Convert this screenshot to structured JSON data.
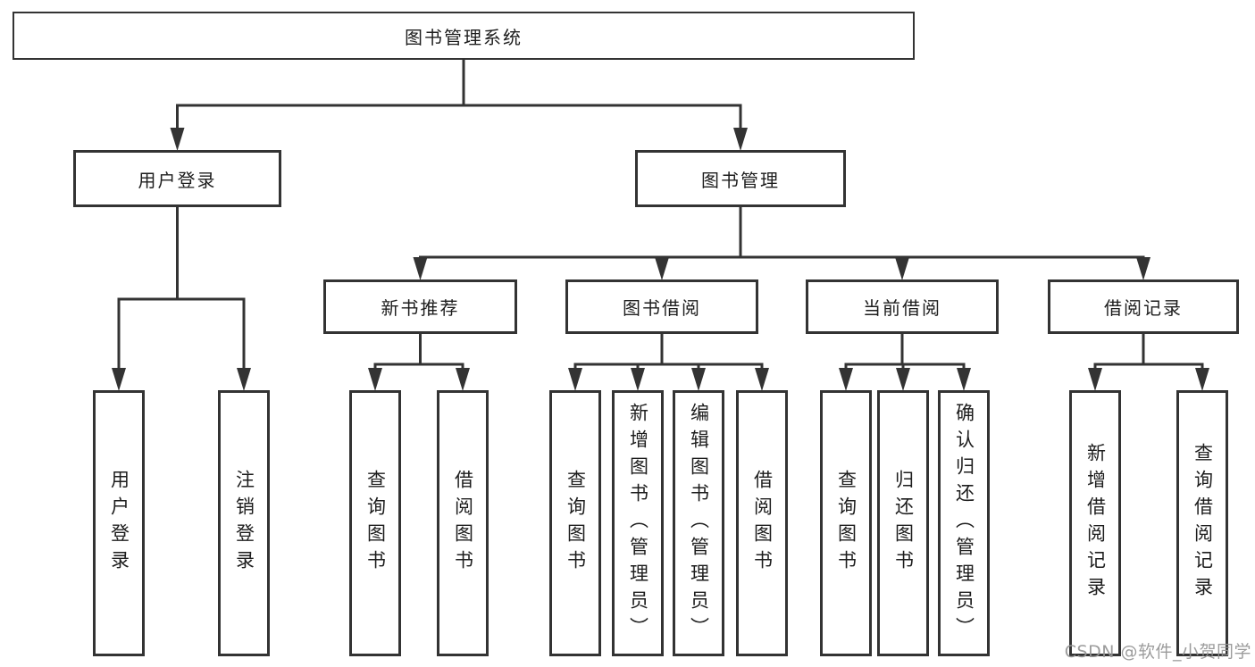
{
  "diagram": {
    "title": "图书管理系统",
    "nodes": [
      {
        "id": "root",
        "label": "图书管理系统",
        "parent": null
      },
      {
        "id": "user-login",
        "label": "用户登录",
        "parent": "root"
      },
      {
        "id": "book-mgmt",
        "label": "图书管理",
        "parent": "root"
      },
      {
        "id": "new-book-rec",
        "label": "新书推荐",
        "parent": "book-mgmt"
      },
      {
        "id": "book-borrow",
        "label": "图书借阅",
        "parent": "book-mgmt"
      },
      {
        "id": "current-borrow",
        "label": "当前借阅",
        "parent": "book-mgmt"
      },
      {
        "id": "borrow-records",
        "label": "借阅记录",
        "parent": "book-mgmt"
      },
      {
        "id": "v-user-login",
        "label": "用户登录",
        "parent": "user-login"
      },
      {
        "id": "v-logout",
        "label": "注销登录",
        "parent": "user-login"
      },
      {
        "id": "v-query-book-1",
        "label": "查询图书",
        "parent": "new-book-rec"
      },
      {
        "id": "v-borrow-book-1",
        "label": "借阅图书",
        "parent": "new-book-rec"
      },
      {
        "id": "v-query-book-2",
        "label": "查询图书",
        "parent": "book-borrow"
      },
      {
        "id": "v-add-book",
        "label": "新增图书（管理员）",
        "parent": "book-borrow"
      },
      {
        "id": "v-edit-book",
        "label": "编辑图书（管理员）",
        "parent": "book-borrow"
      },
      {
        "id": "v-borrow-book-2",
        "label": "借阅图书",
        "parent": "book-borrow"
      },
      {
        "id": "v-query-book-3",
        "label": "查询图书",
        "parent": "current-borrow"
      },
      {
        "id": "v-return-book",
        "label": "归还图书",
        "parent": "current-borrow"
      },
      {
        "id": "v-confirm-return",
        "label": "确认归还（管理员）",
        "parent": "current-borrow"
      },
      {
        "id": "v-add-borrow-record",
        "label": "新增借阅记录",
        "parent": "borrow-records"
      },
      {
        "id": "v-query-borrow-record",
        "label": "查询借阅记录",
        "parent": "borrow-records"
      }
    ]
  },
  "watermark": {
    "text": "CSDN @软件_小贺同学"
  },
  "colors": {
    "line": "#333333",
    "box_border": "#333333",
    "box_background": "#ffffff",
    "text": "#1d1d1d",
    "watermark": "#949494",
    "background": "#ffffff"
  }
}
